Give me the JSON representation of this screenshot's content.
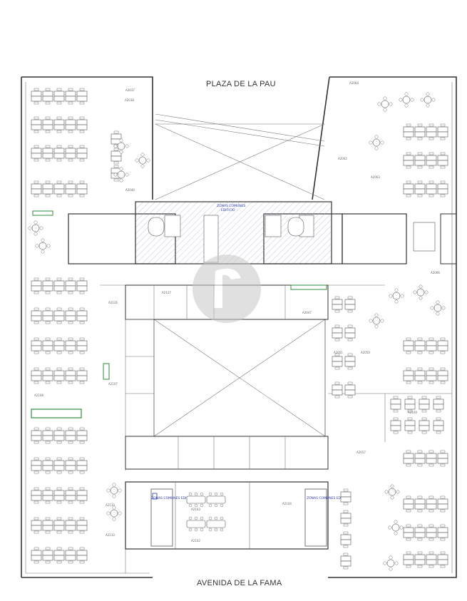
{
  "streets": {
    "top": "PLAZA DE LA PAU",
    "bottom": "AVENIDA DE LA FAMA"
  },
  "zones": {
    "common_top": "ZONAS COMUNES",
    "common_bottom": "EDIFICIO",
    "core_left": "ZONAS COMUNES EDIFICIO",
    "core_right": "ZONAS COMUNES EDIFICIO"
  },
  "colors": {
    "walls": "#333333",
    "furniture": "#555555",
    "greenery": "#2e8b3d",
    "zone_text": "#2a3aa8",
    "watermark": "#c8c8c8",
    "hatch": "#9aa0c8"
  },
  "icons": {
    "watermark": "logo-watermark-icon"
  }
}
